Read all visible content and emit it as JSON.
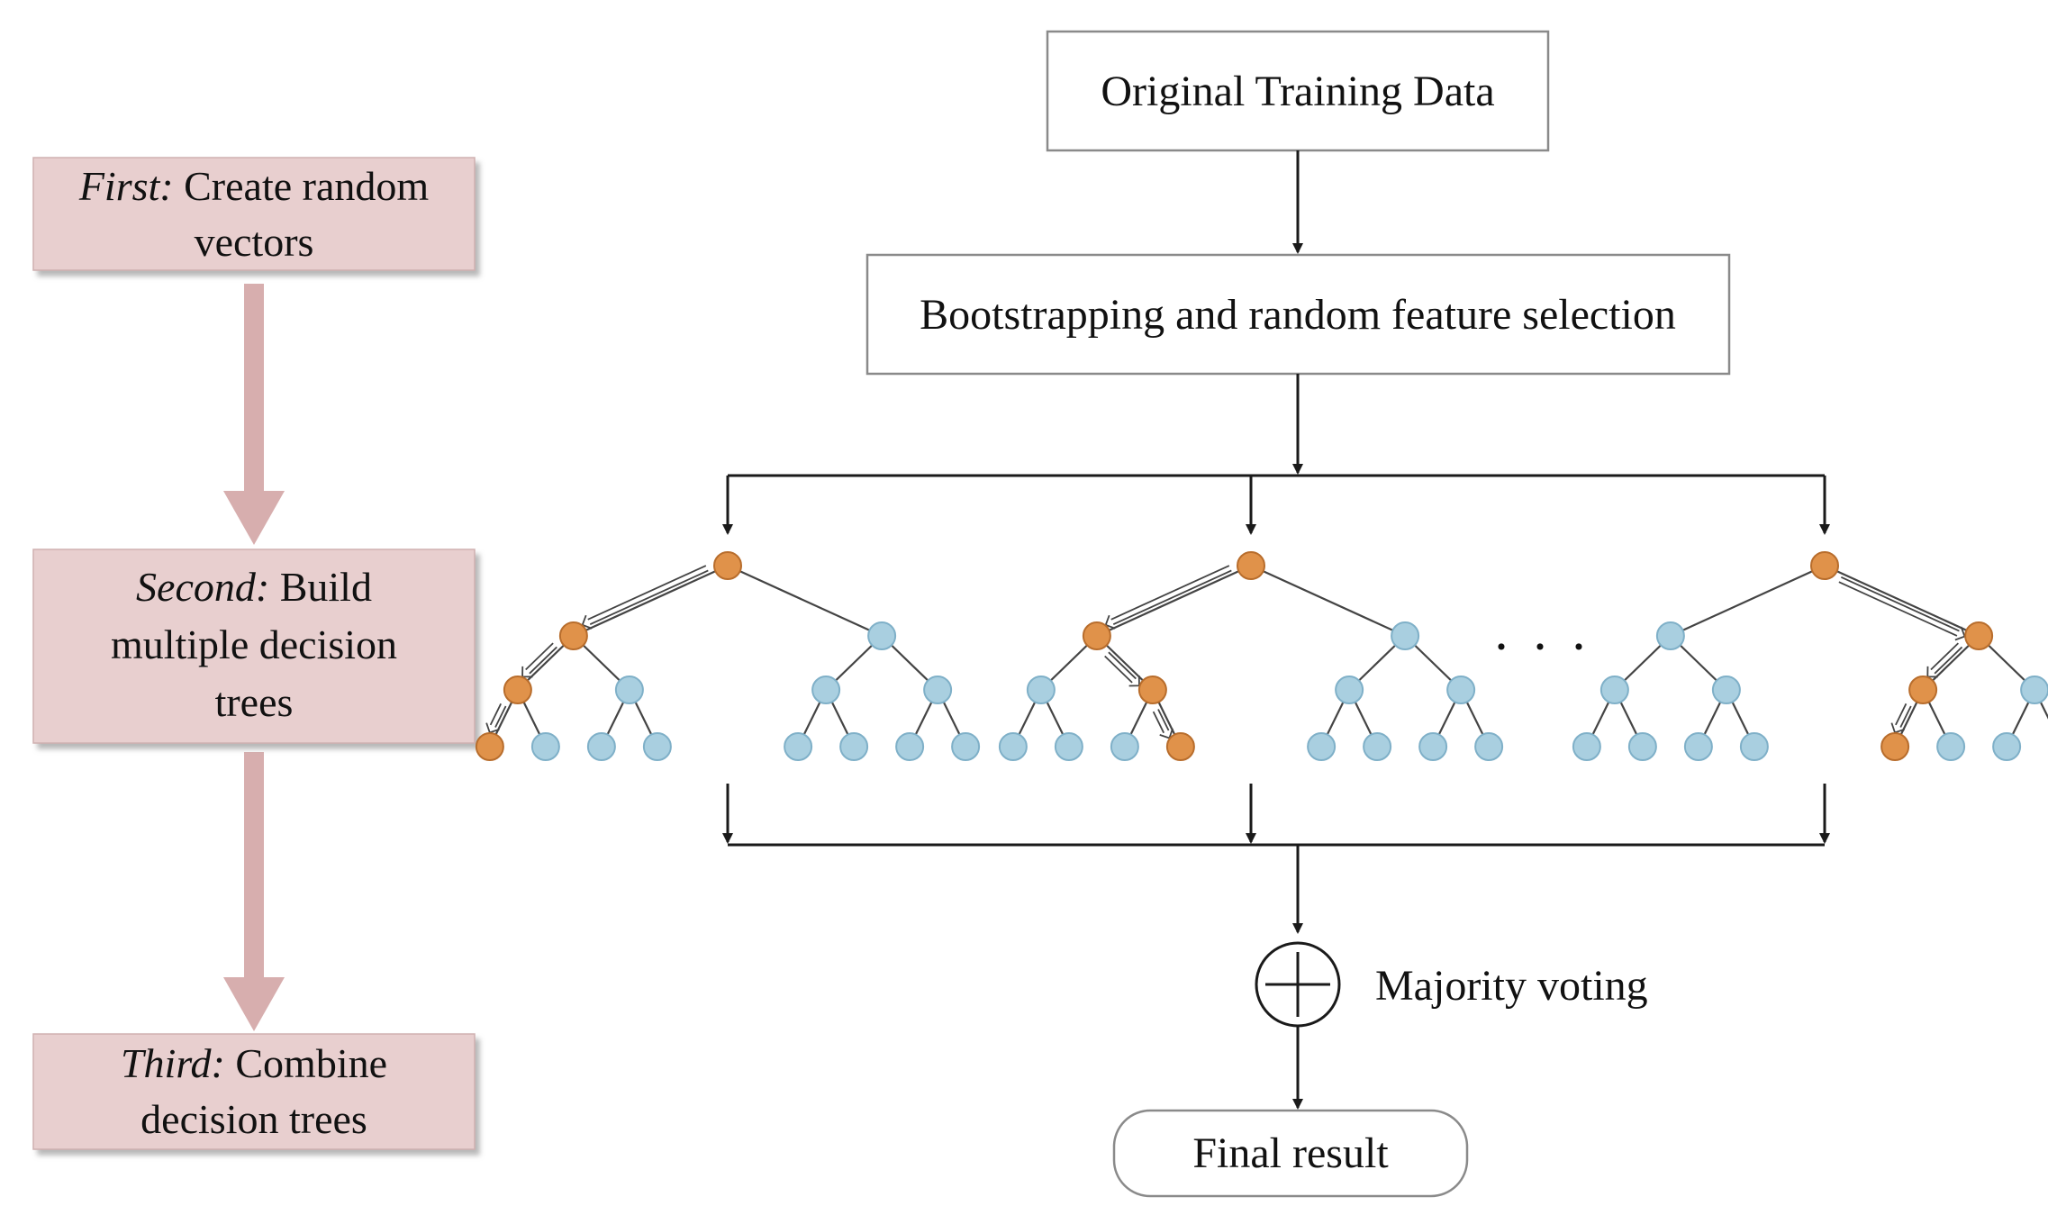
{
  "stages": [
    {
      "prefix": "First:",
      "lines": [
        "Create random",
        "vectors"
      ]
    },
    {
      "prefix": "Second:",
      "lines": [
        "Build",
        "multiple decision",
        "trees"
      ]
    },
    {
      "prefix": "Third:",
      "lines": [
        "Combine",
        "decision trees"
      ]
    }
  ],
  "flow": {
    "original": "Original Training Data",
    "bootstrap": "Bootstrapping and random feature selection",
    "ellipsis": "· · ·",
    "majority": "Majority voting",
    "final": "Final result"
  },
  "colors": {
    "stage_fill": "#e8cfcf",
    "stage_arrow": "#d7aeae",
    "node_blue": "#a9cfe0",
    "node_orange": "#e0924a"
  }
}
